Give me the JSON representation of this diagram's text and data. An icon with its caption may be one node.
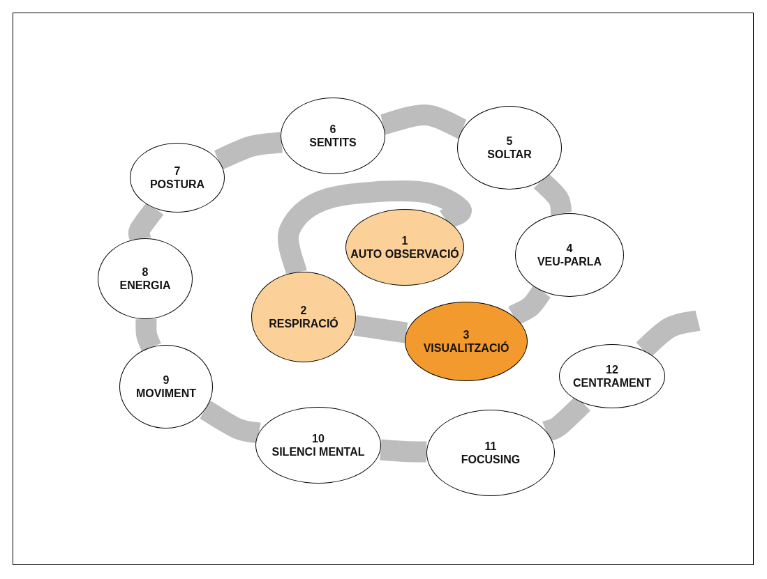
{
  "diagram": {
    "nodes": [
      {
        "text": [
          "1",
          "AUTO OBSERVACIÓ"
        ]
      },
      {
        "text": [
          "2",
          "RESPIRACIÓ"
        ]
      },
      {
        "text": [
          "3",
          "VISUALITZACIÓ"
        ]
      },
      {
        "text": [
          "4",
          "VEU-PARLA"
        ]
      },
      {
        "text": [
          "5",
          "SOLTAR"
        ]
      },
      {
        "text": [
          "6",
          "SENTITS"
        ]
      },
      {
        "text": [
          "7",
          "POSTURA"
        ]
      },
      {
        "text": [
          "8",
          "ENERGIA"
        ]
      },
      {
        "text": [
          "9",
          "MOVIMENT"
        ]
      },
      {
        "text": [
          "10",
          "SILENCI MENTAL"
        ]
      },
      {
        "text": [
          "11",
          "FOCUSING"
        ]
      },
      {
        "text": [
          "12",
          "CENTRAMENT"
        ]
      }
    ],
    "edges": [
      {
        "from": 0,
        "to": 1,
        "arrow": "none"
      },
      {
        "from": 1,
        "to": 2,
        "arrow": "none"
      },
      {
        "from": 2,
        "to": 3,
        "arrow": "none"
      },
      {
        "from": 3,
        "to": 4,
        "arrow": "none"
      },
      {
        "from": 4,
        "to": 5,
        "arrow": "none"
      },
      {
        "from": 5,
        "to": 6,
        "arrow": "none"
      },
      {
        "from": 6,
        "to": 7,
        "arrow": "none"
      },
      {
        "from": 7,
        "to": 8,
        "arrow": "none"
      },
      {
        "from": 8,
        "to": 9,
        "arrow": "none"
      },
      {
        "from": 9,
        "to": 10,
        "arrow": "none"
      },
      {
        "from": 10,
        "to": 11,
        "arrow": "none"
      },
      {
        "from": 11,
        "to": null,
        "arrow": "none"
      }
    ]
  }
}
